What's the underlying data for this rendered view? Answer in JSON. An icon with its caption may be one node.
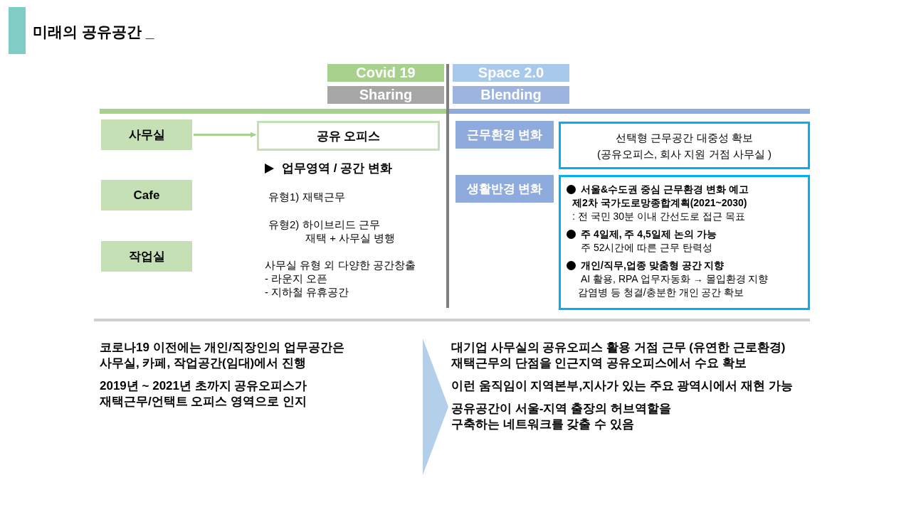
{
  "diagram": {
    "title": "미래의 공유공간 _",
    "nodes": [
      {
        "text": [
          "사무실"
        ]
      },
      {
        "text": [
          "Cafe"
        ]
      },
      {
        "text": [
          "작업실"
        ]
      },
      {
        "text": [
          "공유 오피스"
        ]
      },
      {
        "text": [
          "근무환경 변화"
        ]
      },
      {
        "text": [
          "선택형 근무공간 대중성 확보",
          "(공유오피스, 회사 지원 거점 사무실 )"
        ]
      },
      {
        "text": [
          "생활반경 변화"
        ]
      },
      {
        "text": [
          "서울&수도권 중심 근무환경 변화 예고",
          "제2차 국가도로망종합계획(2021~2030)",
          ": 전 국민 30분 이내 간선도로 접근 목표",
          "주 4일제, 주 4,5일제 논의 가능",
          "주 52시간에 따른 근무 탄력성",
          "개인/직무,업종 맞춤형 공간 지향",
          "AI 활용, RPA 업무자동화 → 몰입환경 지향",
          "감염병 등 청결/충분한 개인 공간 확보"
        ]
      },
      {
        "text": [
          "Covid 19"
        ]
      },
      {
        "text": [
          "Sharing"
        ]
      },
      {
        "text": [
          "Space 2.0"
        ]
      },
      {
        "text": [
          "Blending"
        ]
      },
      {
        "text": [
          "코로나19 이전에는 개인/직장인의 업무공간은 사무실, 카페, 작업공간(임대)에서 진행",
          "2019년 ~ 2021년 초까지 공유오피스가 재택근무/언택트 오피스 영역으로 인지"
        ]
      },
      {
        "text": [
          "대기업 사무실의 공유오피스 활용 거점 근무 (유연한 근로환경) 재택근무의 단점을 인근지역 공유오피스에서 수요 확보",
          "이런 움직임이 지역본부,지사가 있는 주요 광역시에서 재현 가능",
          "공유공간이 서울-지역 출장의 허브역할을 구축하는 네트워크를 갖출 수 있음"
        ]
      }
    ],
    "edges": [
      {
        "from": 0,
        "to": 3,
        "arrow": "to",
        "color": "#a9d18e"
      },
      {
        "from": 12,
        "to": 13,
        "arrow": "to",
        "style": "thick",
        "color": "#b4cfe9"
      }
    ],
    "labels": [
      "업무영역 / 공간 변화",
      "유형1) 재택근무",
      "유형2) 하이브리드 근무",
      "재택 + 사무실 병행",
      "사무실 유형 외 다양한 공간창출",
      "- 라운지 오픈",
      "- 지하철 유휴공간"
    ]
  }
}
